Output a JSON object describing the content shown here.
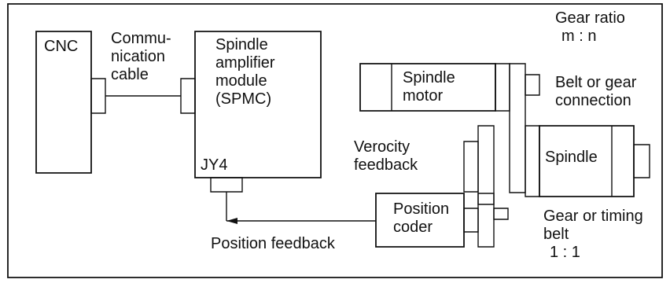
{
  "labels": {
    "cnc": "CNC",
    "communication_cable": [
      "Commu-",
      "nication",
      "cable"
    ],
    "spmc": [
      "Spindle",
      "amplifier",
      "module",
      "(SPMC)"
    ],
    "jy4": "JY4",
    "gear_ratio": [
      "Gear ratio",
      "m : n"
    ],
    "spindle_motor": [
      "Spindle",
      "motor"
    ],
    "belt_or_gear": [
      "Belt or gear",
      "connection"
    ],
    "velocity_feedback": [
      "Verocity",
      "feedback"
    ],
    "spindle": "Spindle",
    "position_coder": [
      "Position",
      "coder"
    ],
    "position_feedback": "Position feedback",
    "gear_or_timing_belt": [
      "Gear or timing",
      "belt",
      "1 : 1"
    ]
  },
  "colors": {
    "stroke": "#111111",
    "background": "#ffffff"
  }
}
